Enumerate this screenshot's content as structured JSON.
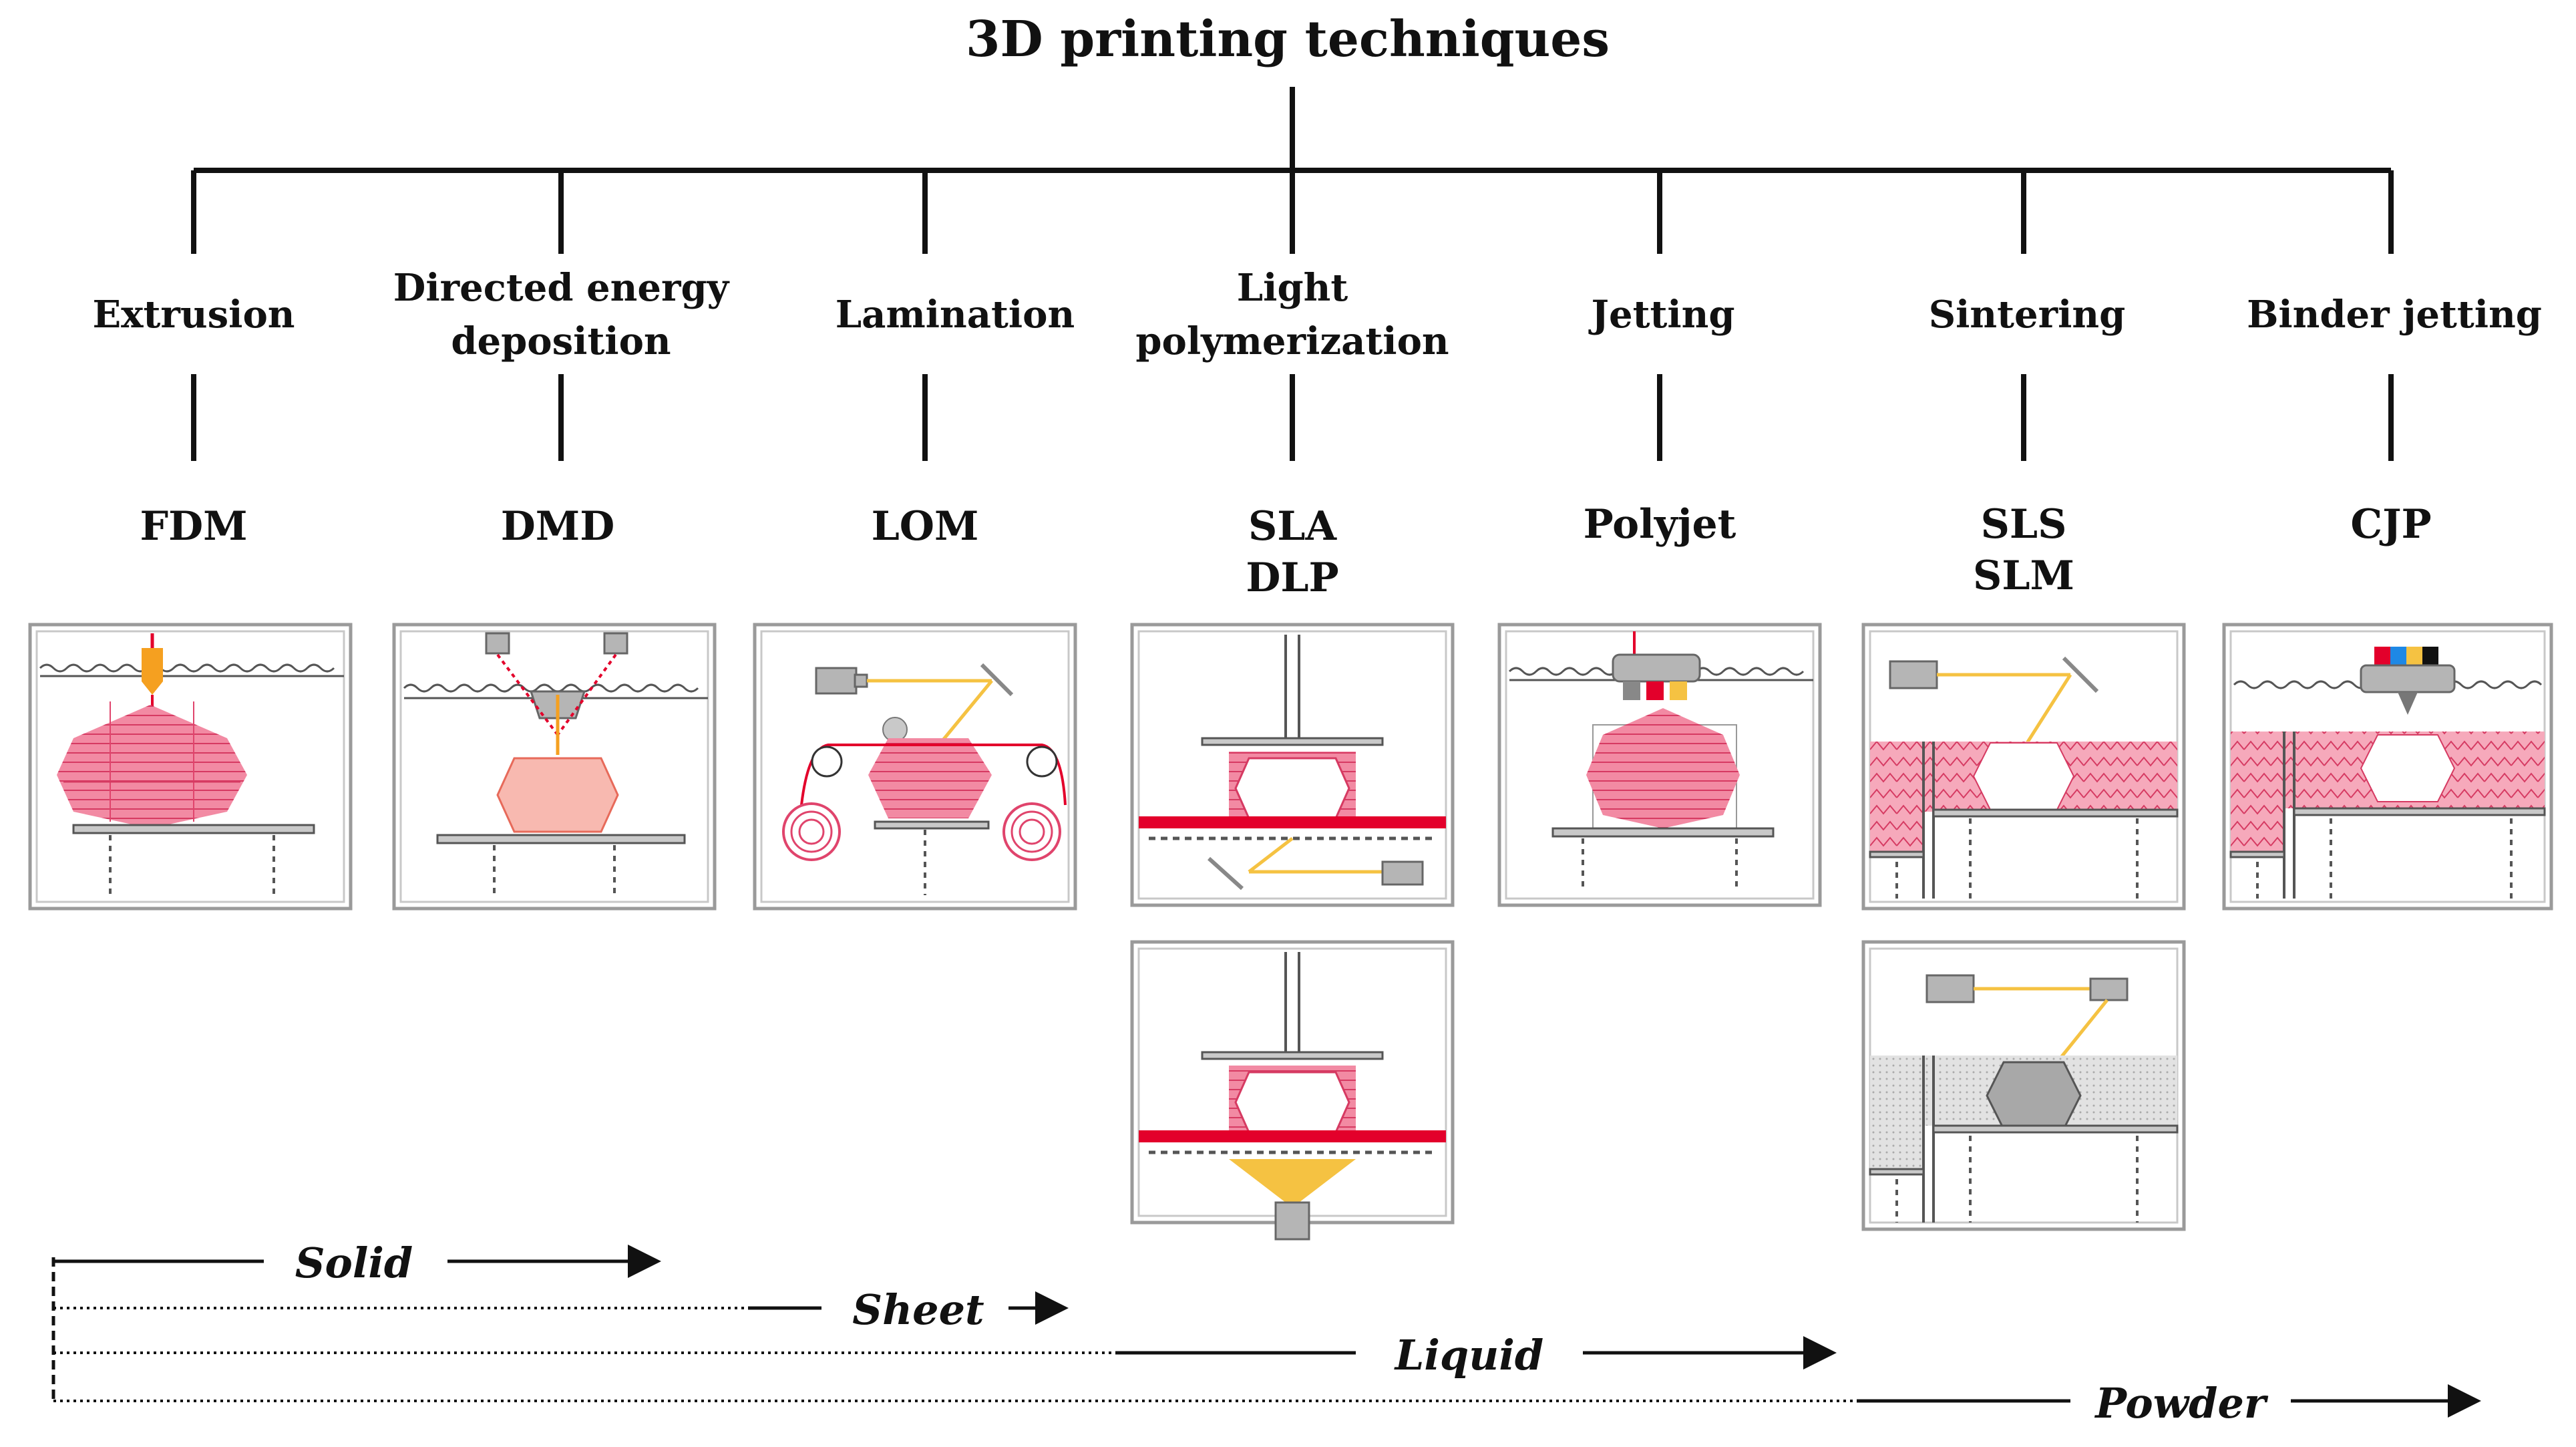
{
  "title": "3D printing techniques",
  "categories": [
    {
      "label": [
        "Extrusion"
      ],
      "techniques": [
        "FDM"
      ]
    },
    {
      "label": [
        "Directed energy",
        "deposition"
      ],
      "techniques": [
        "DMD"
      ]
    },
    {
      "label": [
        "Lamination"
      ],
      "techniques": [
        "LOM"
      ]
    },
    {
      "label": [
        "Light",
        "polymerization"
      ],
      "techniques": [
        "SLA",
        "DLP"
      ]
    },
    {
      "label": [
        "Jetting"
      ],
      "techniques": [
        "Polyjet"
      ]
    },
    {
      "label": [
        "Sintering"
      ],
      "techniques": [
        "SLS",
        "SLM"
      ]
    },
    {
      "label": [
        "Binder jetting"
      ],
      "techniques": [
        "CJP"
      ]
    }
  ],
  "material_phases": [
    "Solid",
    "Sheet",
    "Liquid",
    "Powder"
  ],
  "colors": {
    "line": "#111111",
    "part_pink": "#f06b8b",
    "nozzle_orange": "#f5a020",
    "resin_red": "#e3002b",
    "laser_yellow": "#f5c242",
    "machine_gray": "#b5b5b5"
  }
}
